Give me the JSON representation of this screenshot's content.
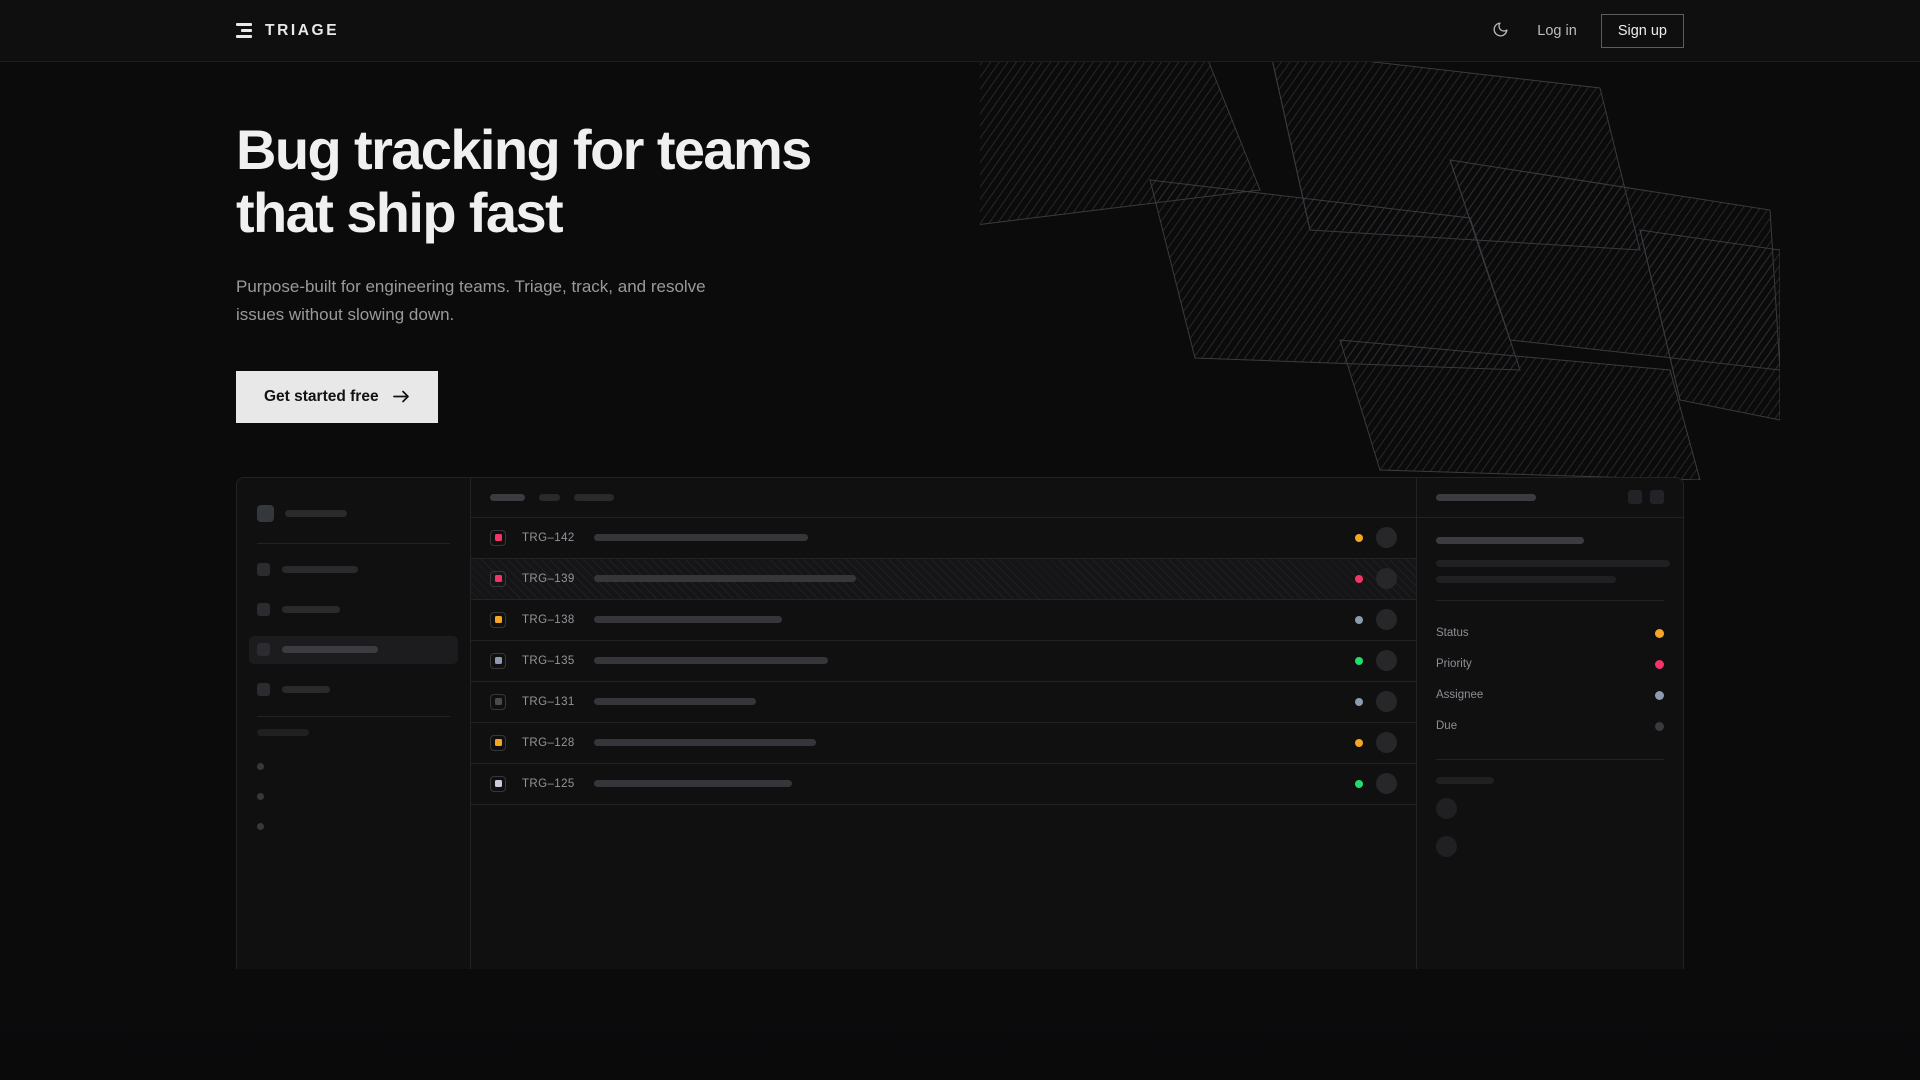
{
  "theme": {
    "page_bg": "#0b0b0c",
    "nav_bg": "#0f0f10",
    "border": "#232326",
    "text_primary": "#f0f0f1",
    "text_muted": "#9a9a9d",
    "cta_bg": "#e8e8e8",
    "amber": "#f5a623",
    "pink": "#f4336a",
    "green": "#22dd6e",
    "blue_gray": "#8c9bb0",
    "gray": "#4a4a4f"
  },
  "nav": {
    "brand": "TRIAGE",
    "brand_mark_icon": "stacked-bars-icon",
    "theme_toggle_icon": "moon-icon",
    "login_label": "Log in",
    "signup_label": "Sign up"
  },
  "hero": {
    "title_line1": "Bug tracking for teams",
    "title_line2": "that ship fast",
    "subtitle": "Purpose-built for engineering teams. Triage, track, and resolve issues without slowing down.",
    "cta_label": "Get started free",
    "cta_icon": "arrow-right-icon"
  },
  "backdrop": {
    "icon": "hatched-panels-decoration",
    "stroke": "#3a3a3e",
    "hatch_stroke": "#2e2e32"
  },
  "mockup": {
    "sidebar": {
      "logo_icon": "app-logo-placeholder",
      "nav_items": [
        {
          "width": 76,
          "active": false
        },
        {
          "width": 58,
          "active": false
        },
        {
          "width": 96,
          "active": true
        },
        {
          "width": 48,
          "active": false
        }
      ],
      "section_header_width": 52,
      "sub_items": [
        {
          "dot": true
        },
        {
          "dot": true
        },
        {
          "dot": true
        }
      ]
    },
    "list": {
      "toolbar_pills": [
        {
          "width": 35,
          "bright": true
        },
        {
          "width": 21,
          "bright": false
        },
        {
          "width": 40,
          "bright": false
        }
      ],
      "columns": [
        "priority",
        "id",
        "title",
        "status",
        "assignee"
      ],
      "rows": [
        {
          "id": "TRG–142",
          "priority_color": "#f4336a",
          "priority_muted": false,
          "title_width": 214,
          "status_color": "#f5a623",
          "highlighted": false
        },
        {
          "id": "TRG–139",
          "priority_color": "#f4336a",
          "priority_muted": false,
          "title_width": 262,
          "status_color": "#f4336a",
          "highlighted": true
        },
        {
          "id": "TRG–138",
          "priority_color": "#f5a623",
          "priority_muted": false,
          "title_width": 188,
          "status_color": "#8c9bb0",
          "highlighted": false
        },
        {
          "id": "TRG–135",
          "priority_color": "#8c9bb0",
          "priority_muted": false,
          "title_width": 234,
          "status_color": "#22dd6e",
          "highlighted": false
        },
        {
          "id": "TRG–131",
          "priority_color": "#4a4a4f",
          "priority_muted": true,
          "title_width": 162,
          "status_color": "#8c9bb0",
          "highlighted": false
        },
        {
          "id": "TRG–128",
          "priority_color": "#f5a623",
          "priority_muted": false,
          "title_width": 222,
          "status_color": "#f5a623",
          "highlighted": false
        },
        {
          "id": "TRG–125",
          "priority_color": "#c9ced6",
          "priority_muted": false,
          "title_width": 198,
          "status_color": "#22dd6e",
          "highlighted": false
        }
      ]
    },
    "detail": {
      "header_title_width": 100,
      "header_buttons": [
        "panel-action-1",
        "panel-action-2"
      ],
      "issue_title_width": 148,
      "body_lines": [
        234,
        180
      ],
      "fields": [
        {
          "label": "Status",
          "dot_color": "#f5a623"
        },
        {
          "label": "Priority",
          "dot_color": "#f4336a"
        },
        {
          "label": "Assignee",
          "dot_color": "#8c9bb0"
        },
        {
          "label": "Due",
          "dot_color": "#3a3a3e"
        }
      ],
      "activity_label_width": 58,
      "activity_avatars": 2
    }
  }
}
